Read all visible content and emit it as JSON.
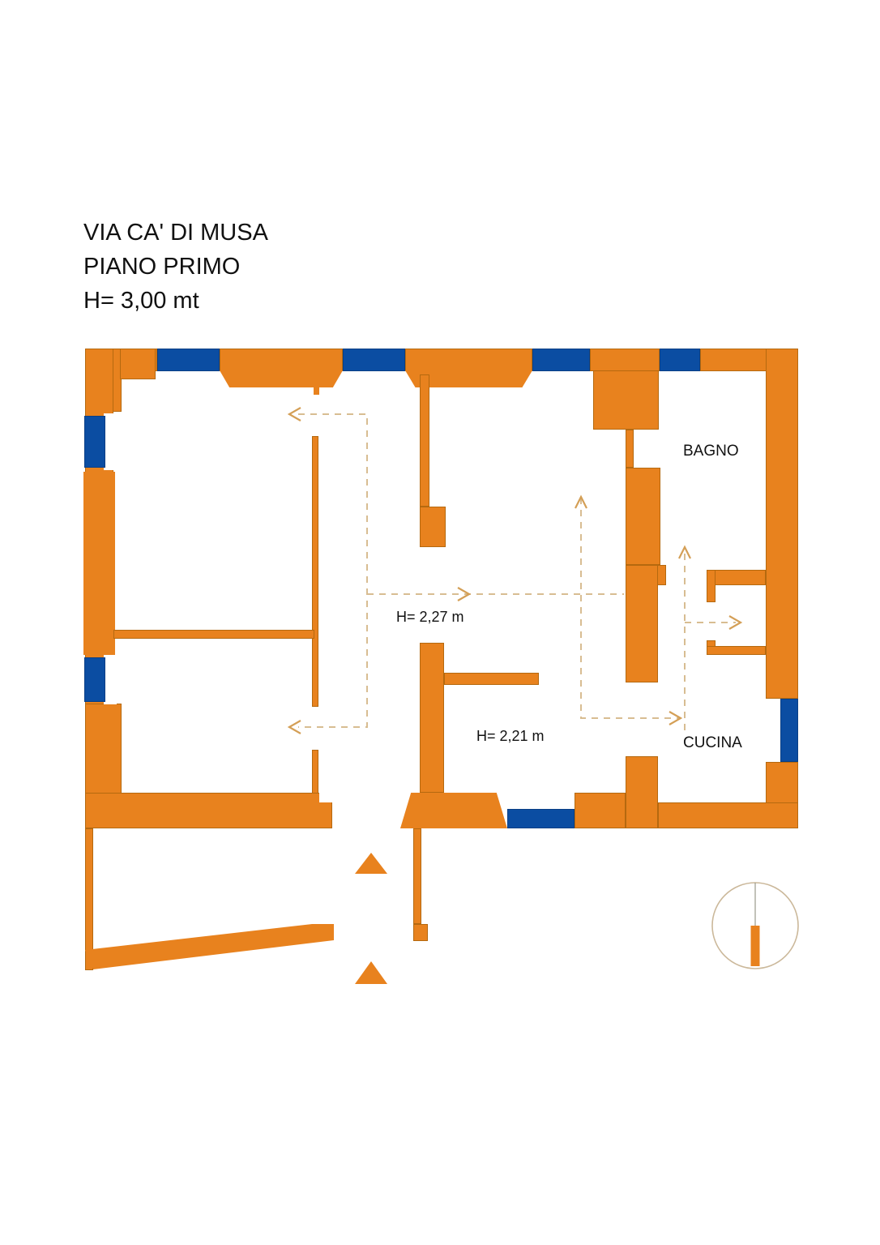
{
  "title": {
    "line1": "VIA CA' DI MUSA",
    "line2": "PIANO PRIMO",
    "line3": "H= 3,00 mt"
  },
  "rooms": {
    "bagno": "BAGNO",
    "cucina": "CUCINA"
  },
  "height_annotations": {
    "zone1": "H= 2,27 m",
    "zone2": "H= 2,21 m"
  },
  "colors": {
    "wall": "#e8821e",
    "wall-border": "#b5690f",
    "window": "#0b4da2",
    "window-border": "#0a3f85",
    "dash": "#d8bd92",
    "arrow": "#d49f56",
    "compass": "#cbb89a",
    "ink": "#111111"
  }
}
